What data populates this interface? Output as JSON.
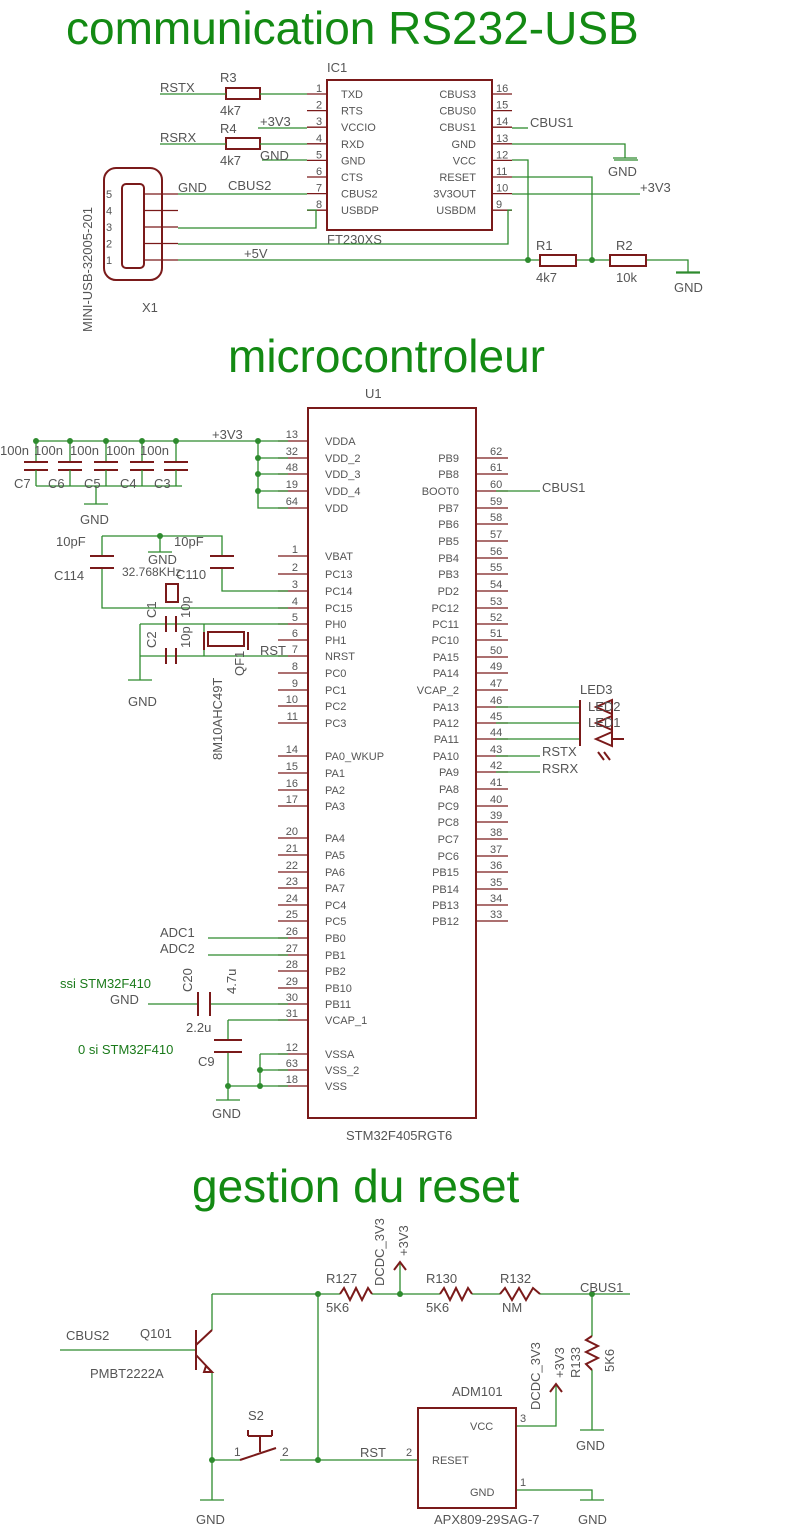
{
  "titles": {
    "usb": "communication RS232-USB",
    "mcu": "microcontroleur",
    "reset": "gestion du reset"
  },
  "usb_section": {
    "ic_ref": "IC1",
    "ic_part": "FT230XS",
    "ic_left_pins": [
      {
        "num": "1",
        "name": "TXD"
      },
      {
        "num": "2",
        "name": "RTS"
      },
      {
        "num": "3",
        "name": "VCCIO"
      },
      {
        "num": "4",
        "name": "RXD"
      },
      {
        "num": "5",
        "name": "GND"
      },
      {
        "num": "6",
        "name": "CTS"
      },
      {
        "num": "7",
        "name": "CBUS2"
      },
      {
        "num": "8",
        "name": "USBDP"
      }
    ],
    "ic_right_pins": [
      {
        "num": "16",
        "name": "CBUS3"
      },
      {
        "num": "15",
        "name": "CBUS0"
      },
      {
        "num": "14",
        "name": "CBUS1"
      },
      {
        "num": "13",
        "name": "GND"
      },
      {
        "num": "12",
        "name": "VCC"
      },
      {
        "num": "11",
        "name": "RESET"
      },
      {
        "num": "10",
        "name": "3V3OUT"
      },
      {
        "num": "9",
        "name": "USBDM"
      }
    ],
    "r3": {
      "ref": "R3",
      "value": "4k7"
    },
    "r4": {
      "ref": "R4",
      "value": "4k7"
    },
    "r1": {
      "ref": "R1",
      "value": "4k7"
    },
    "r2": {
      "ref": "R2",
      "value": "10k"
    },
    "nets": {
      "rstx": "RSTX",
      "rsrx": "RSRX",
      "v33": "+3V3",
      "gnd": "GND",
      "cbus2": "CBUS2",
      "cbus1": "CBUS1",
      "v5": "+5V",
      "gnd_out": "+3V3"
    },
    "connector_ref": "X1",
    "connector_part": "MINI-USB-32005-201",
    "connector_pins": [
      "5",
      "4",
      "3",
      "2",
      "1"
    ]
  },
  "mcu_section": {
    "ref": "U1",
    "part": "STM32F405RGT6",
    "left_pins": [
      {
        "num": "13",
        "name": "VDDA"
      },
      {
        "num": "32",
        "name": "VDD_2"
      },
      {
        "num": "48",
        "name": "VDD_3"
      },
      {
        "num": "19",
        "name": "VDD_4"
      },
      {
        "num": "64",
        "name": "VDD"
      },
      {
        "num": "1",
        "name": "VBAT"
      },
      {
        "num": "2",
        "name": "PC13"
      },
      {
        "num": "3",
        "name": "PC14"
      },
      {
        "num": "4",
        "name": "PC15"
      },
      {
        "num": "5",
        "name": "PH0"
      },
      {
        "num": "6",
        "name": "PH1"
      },
      {
        "num": "7",
        "name": "NRST"
      },
      {
        "num": "8",
        "name": "PC0"
      },
      {
        "num": "9",
        "name": "PC1"
      },
      {
        "num": "10",
        "name": "PC2"
      },
      {
        "num": "11",
        "name": "PC3"
      },
      {
        "num": "14",
        "name": "PA0_WKUP"
      },
      {
        "num": "15",
        "name": "PA1"
      },
      {
        "num": "16",
        "name": "PA2"
      },
      {
        "num": "17",
        "name": "PA3"
      },
      {
        "num": "20",
        "name": "PA4"
      },
      {
        "num": "21",
        "name": "PA5"
      },
      {
        "num": "22",
        "name": "PA6"
      },
      {
        "num": "23",
        "name": "PA7"
      },
      {
        "num": "24",
        "name": "PC4"
      },
      {
        "num": "25",
        "name": "PC5"
      },
      {
        "num": "26",
        "name": "PB0"
      },
      {
        "num": "27",
        "name": "PB1"
      },
      {
        "num": "28",
        "name": "PB2"
      },
      {
        "num": "29",
        "name": "PB10"
      },
      {
        "num": "30",
        "name": "PB11"
      },
      {
        "num": "31",
        "name": "VCAP_1"
      },
      {
        "num": "12",
        "name": "VSSA"
      },
      {
        "num": "63",
        "name": "VSS_2"
      },
      {
        "num": "18",
        "name": "VSS"
      }
    ],
    "right_pins": [
      {
        "num": "62",
        "name": "PB9"
      },
      {
        "num": "61",
        "name": "PB8"
      },
      {
        "num": "60",
        "name": "BOOT0"
      },
      {
        "num": "59",
        "name": "PB7"
      },
      {
        "num": "58",
        "name": "PB6"
      },
      {
        "num": "57",
        "name": "PB5"
      },
      {
        "num": "56",
        "name": "PB4"
      },
      {
        "num": "55",
        "name": "PB3"
      },
      {
        "num": "54",
        "name": "PD2"
      },
      {
        "num": "53",
        "name": "PC12"
      },
      {
        "num": "52",
        "name": "PC11"
      },
      {
        "num": "51",
        "name": "PC10"
      },
      {
        "num": "50",
        "name": "PA15"
      },
      {
        "num": "49",
        "name": "PA14"
      },
      {
        "num": "47",
        "name": "VCAP_2"
      },
      {
        "num": "46",
        "name": "PA13"
      },
      {
        "num": "45",
        "name": "PA12"
      },
      {
        "num": "44",
        "name": "PA11"
      },
      {
        "num": "43",
        "name": "PA10"
      },
      {
        "num": "42",
        "name": "PA9"
      },
      {
        "num": "41",
        "name": "PA8"
      },
      {
        "num": "40",
        "name": "PC9"
      },
      {
        "num": "39",
        "name": "PC8"
      },
      {
        "num": "38",
        "name": "PC7"
      },
      {
        "num": "37",
        "name": "PC6"
      },
      {
        "num": "36",
        "name": "PB15"
      },
      {
        "num": "35",
        "name": "PB14"
      },
      {
        "num": "34",
        "name": "PB13"
      },
      {
        "num": "33",
        "name": "PB12"
      }
    ],
    "decoupling": {
      "value": "100n",
      "refs": [
        "C7",
        "C6",
        "C5",
        "C4",
        "C3"
      ]
    },
    "supply": "+3V3",
    "gnd": "GND",
    "c114": {
      "ref": "C114",
      "value": "10pF"
    },
    "c110": {
      "ref": "C110",
      "value": "10pF"
    },
    "crystal32": "32.768KHz",
    "c1": {
      "ref": "C1",
      "value": "10p"
    },
    "c2": {
      "ref": "C2",
      "value": "10p"
    },
    "qf1": {
      "ref": "QF1",
      "part": "8M10AHC49T"
    },
    "rst": "RST",
    "cbus1": "CBUS1",
    "leds": [
      "LED3",
      "LED2",
      "LED1"
    ],
    "rstx": "RSTX",
    "rsrx": "RSRX",
    "adc1": "ADC1",
    "adc2": "ADC2",
    "c20": {
      "ref": "C20",
      "value": "4.7u"
    },
    "c9": {
      "ref": "C9",
      "value": "2.2u"
    },
    "note1": "ssi STM32F410",
    "note2": "0 si STM32F410"
  },
  "reset_section": {
    "q101": {
      "ref": "Q101",
      "part": "PMBT2222A"
    },
    "cbus2": "CBUS2",
    "r127": {
      "ref": "R127",
      "value": "5K6"
    },
    "r130": {
      "ref": "R130",
      "value": "5K6"
    },
    "r132": {
      "ref": "R132",
      "value": "NM"
    },
    "r133": {
      "ref": "R133",
      "value": "5K6"
    },
    "cbus1": "CBUS1",
    "dcdc": "DCDC_3V3",
    "v33": "+3V3",
    "s2": {
      "ref": "S2",
      "pin1": "1",
      "pin2": "2"
    },
    "rst": "RST",
    "adm": {
      "ref": "ADM101",
      "part": "APX809-29SAG-7",
      "pins": [
        {
          "num": "3",
          "name": "VCC"
        },
        {
          "num": "2",
          "name": "RESET"
        },
        {
          "num": "1",
          "name": "GND"
        }
      ]
    },
    "gnd": "GND"
  }
}
